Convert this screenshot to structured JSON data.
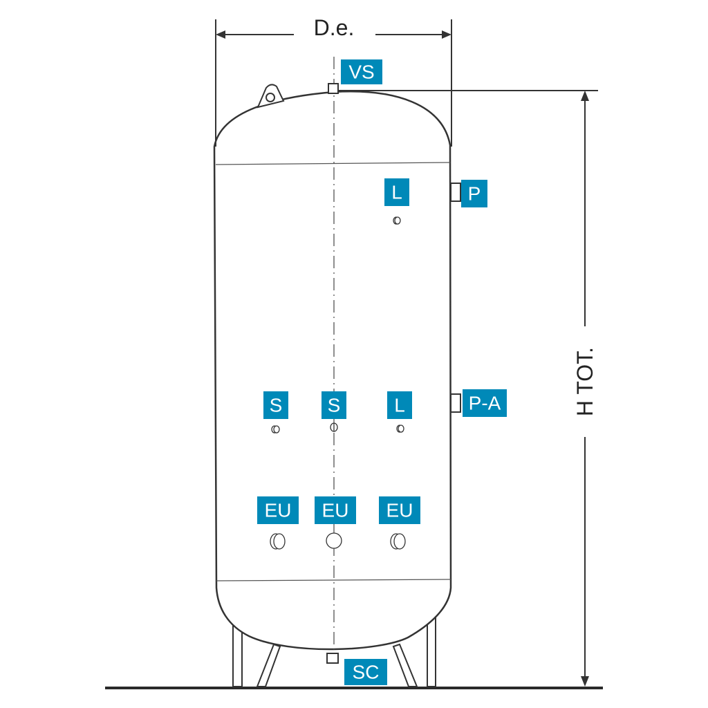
{
  "dimensions": {
    "diameter_label": "D.e.",
    "height_label": "H TOT."
  },
  "labels": {
    "vent": "VS",
    "drain": "SC",
    "pressure_gauge": "P",
    "pressure_switch": "P-A",
    "level_upper": "L",
    "level_lower": "L",
    "sensor_left": "S",
    "sensor_center": "S",
    "outlet_left": "EU",
    "outlet_center": "EU",
    "outlet_right": "EU"
  },
  "colors": {
    "label_background": "#0089b8",
    "label_text": "#ffffff",
    "line": "#333333",
    "ground": "#2a2a2a"
  }
}
